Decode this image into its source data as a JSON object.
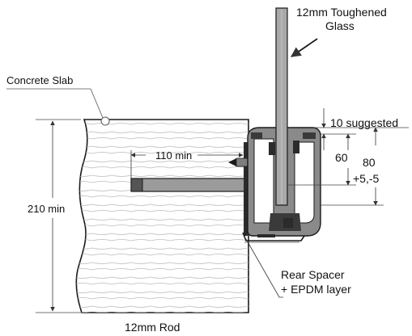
{
  "labels": {
    "glass_line1": "12mm Toughened",
    "glass_line2": "Glass",
    "concrete_slab": "Concrete Slab",
    "dim_110": "110 min",
    "dim_10": "10 suggested",
    "dim_60": "60",
    "dim_80": "80",
    "dim_80_tol": "+5,-5",
    "dim_210": "210 min",
    "rear_spacer_line1": "Rear Spacer",
    "rear_spacer_line2": "+ EPDM layer",
    "rod": "12mm Rod"
  },
  "colors": {
    "line": "#1a1a1a",
    "glass_fill": "#a9a9a9",
    "profile_fill": "#7e7e7e",
    "profile_dark": "#3a3a3a",
    "rod_fill": "#9b9b9b",
    "gasket_fill": "#2b2b2b",
    "dim_line": "#333333"
  }
}
